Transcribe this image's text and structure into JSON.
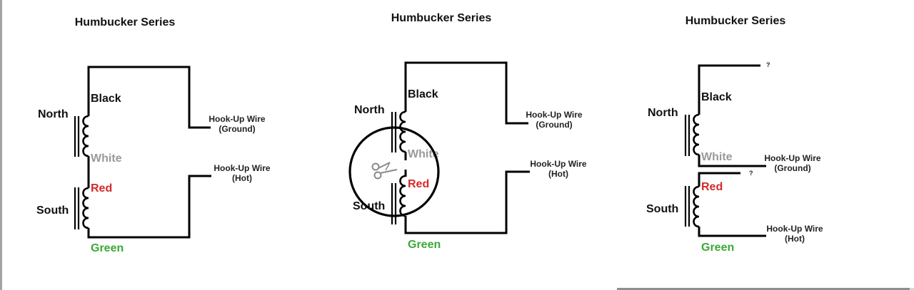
{
  "colors": {
    "black_wire": "#111111",
    "white_wire": "#9a9a9a",
    "red_wire": "#d42a2a",
    "green_wire": "#3aaa35",
    "scissors": "#8a8a8a"
  },
  "panels": [
    {
      "title": "Humbucker Series",
      "coils": {
        "north": "North",
        "south": "South"
      },
      "wires": {
        "black": "Black",
        "white": "White",
        "red": "Red",
        "green": "Green"
      },
      "hookups": [
        {
          "line1": "Hook-Up Wire",
          "line2": "(Ground)"
        },
        {
          "line1": "Hook-Up Wire",
          "line2": "(Hot)"
        }
      ]
    },
    {
      "title": "Humbucker Series",
      "coils": {
        "north": "North",
        "south": "South"
      },
      "wires": {
        "black": "Black",
        "white": "White",
        "red": "Red",
        "green": "Green"
      },
      "hookups": [
        {
          "line1": "Hook-Up Wire",
          "line2": "(Ground)"
        },
        {
          "line1": "Hook-Up Wire",
          "line2": "(Hot)"
        }
      ],
      "annotation": {
        "icon": "scissors-icon",
        "highlight": "cut-circle"
      }
    },
    {
      "title": "Humbucker Series",
      "coils": {
        "north": "North",
        "south": "South"
      },
      "wires": {
        "black": "Black",
        "white": "White",
        "red": "Red",
        "green": "Green"
      },
      "hookups": [
        {
          "line1": "Hook-Up Wire",
          "line2": "(Ground)"
        },
        {
          "line1": "Hook-Up Wire",
          "line2": "(Hot)"
        }
      ],
      "unknowns": [
        "?",
        "?"
      ]
    }
  ]
}
